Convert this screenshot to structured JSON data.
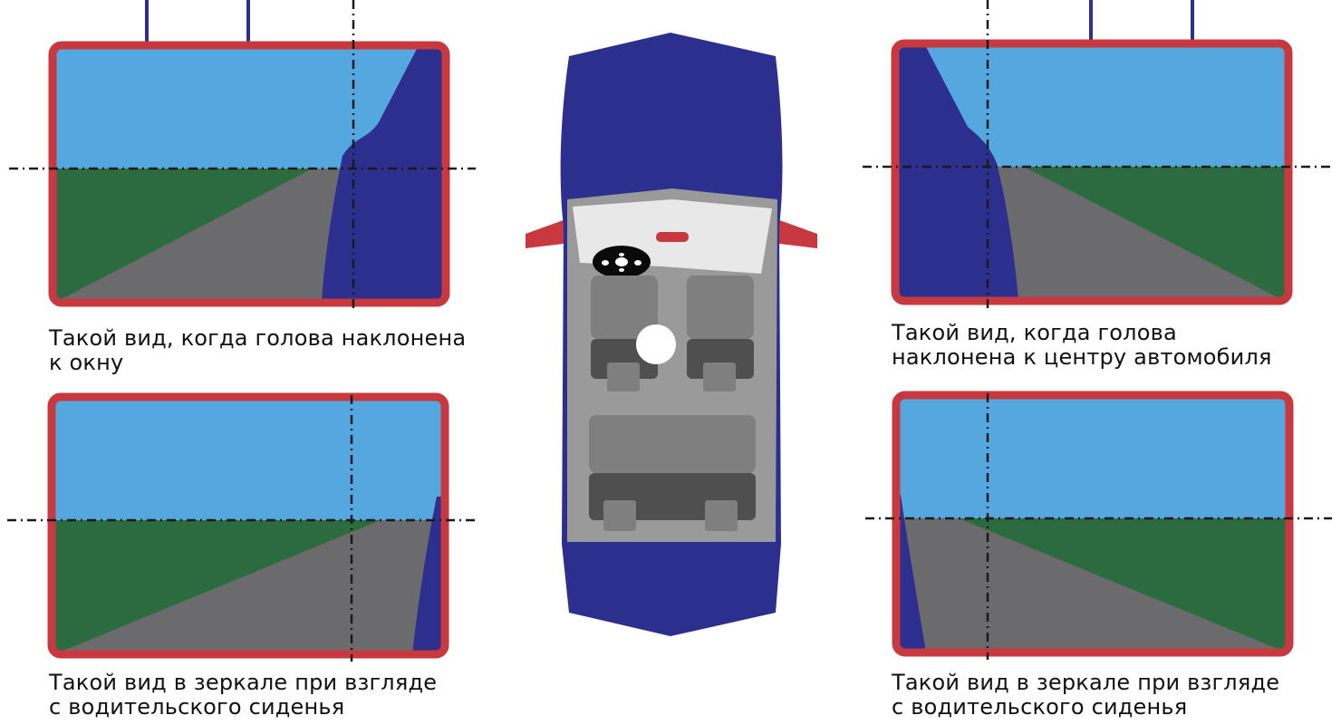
{
  "colors": {
    "frame": "#c8393f",
    "sky": "#55a7e0",
    "grass": "#2b6b3f",
    "road": "#6b6a6c",
    "car_body": "#2c2f8e",
    "guide_line": "#1a1a1a",
    "mount": "#2c2f8e",
    "interior": "#9a9a9a",
    "seat_light": "#7f7f7f",
    "seat_dark": "#4f4f4f",
    "dashboard": "#e8e8e8",
    "mirror": "#c8393f"
  },
  "captions": {
    "top_left": [
      "Такой вид, когда голова наклонена",
      "к окну"
    ],
    "top_right": [
      "Такой вид, когда голова",
      "наклонена к центру автомобиля"
    ],
    "bottom_left": [
      "Такой вид в зеркале при взгляде",
      "с водительского сиденья"
    ],
    "bottom_right": [
      "Такой вид в зеркале при взгляде",
      "с водительского сиденья"
    ]
  },
  "icons": {
    "car": "car-top-view-icon",
    "steering_wheel": "steering-wheel-icon",
    "driver_head": "driver-head-icon"
  }
}
